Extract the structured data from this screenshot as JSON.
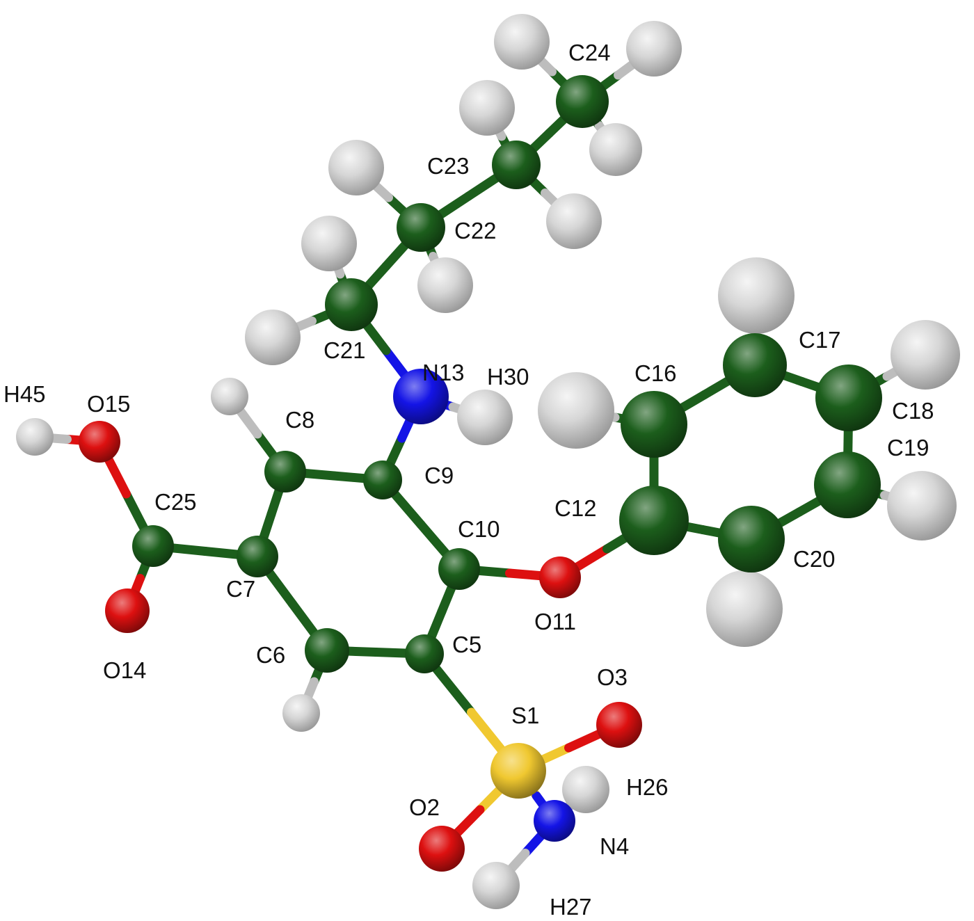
{
  "diagram": {
    "type": "ball-and-stick molecular structure",
    "colors": {
      "C": "#1c5e1c",
      "H": "#d6d6d6",
      "N": "#1414e6",
      "O": "#dd1010",
      "S": "#f0c830",
      "bond_C": "#1c5e1c"
    },
    "atoms": [
      {
        "id": "S1",
        "element": "S",
        "label": "S1"
      },
      {
        "id": "O2",
        "element": "O",
        "label": "O2"
      },
      {
        "id": "O3",
        "element": "O",
        "label": "O3"
      },
      {
        "id": "N4",
        "element": "N",
        "label": "N4"
      },
      {
        "id": "C5",
        "element": "C",
        "label": "C5"
      },
      {
        "id": "C6",
        "element": "C",
        "label": "C6"
      },
      {
        "id": "C7",
        "element": "C",
        "label": "C7"
      },
      {
        "id": "C8",
        "element": "C",
        "label": "C8"
      },
      {
        "id": "C9",
        "element": "C",
        "label": "C9"
      },
      {
        "id": "C10",
        "element": "C",
        "label": "C10"
      },
      {
        "id": "O11",
        "element": "O",
        "label": "O11"
      },
      {
        "id": "C12",
        "element": "C",
        "label": "C12"
      },
      {
        "id": "N13",
        "element": "N",
        "label": "N13"
      },
      {
        "id": "O14",
        "element": "O",
        "label": "O14"
      },
      {
        "id": "O15",
        "element": "O",
        "label": "O15"
      },
      {
        "id": "C16",
        "element": "C",
        "label": "C16"
      },
      {
        "id": "C17",
        "element": "C",
        "label": "C17"
      },
      {
        "id": "C18",
        "element": "C",
        "label": "C18"
      },
      {
        "id": "C19",
        "element": "C",
        "label": "C19"
      },
      {
        "id": "C20",
        "element": "C",
        "label": "C20"
      },
      {
        "id": "C21",
        "element": "C",
        "label": "C21"
      },
      {
        "id": "C22",
        "element": "C",
        "label": "C22"
      },
      {
        "id": "C23",
        "element": "C",
        "label": "C23"
      },
      {
        "id": "C24",
        "element": "C",
        "label": "C24"
      },
      {
        "id": "C25",
        "element": "C",
        "label": "C25"
      },
      {
        "id": "H26",
        "element": "H",
        "label": "H26"
      },
      {
        "id": "H27",
        "element": "H",
        "label": "H27"
      },
      {
        "id": "H30",
        "element": "H",
        "label": "H30"
      },
      {
        "id": "H45",
        "element": "H",
        "label": "H45"
      },
      {
        "id": "H_C8",
        "element": "H",
        "label": ""
      },
      {
        "id": "H_C6",
        "element": "H",
        "label": ""
      },
      {
        "id": "H_C16",
        "element": "H",
        "label": ""
      },
      {
        "id": "H_C17",
        "element": "H",
        "label": ""
      },
      {
        "id": "H_C18",
        "element": "H",
        "label": ""
      },
      {
        "id": "H_C19",
        "element": "H",
        "label": ""
      },
      {
        "id": "H_C20",
        "element": "H",
        "label": ""
      },
      {
        "id": "H_C21a",
        "element": "H",
        "label": ""
      },
      {
        "id": "H_C21b",
        "element": "H",
        "label": ""
      },
      {
        "id": "H_C22a",
        "element": "H",
        "label": ""
      },
      {
        "id": "H_C22b",
        "element": "H",
        "label": ""
      },
      {
        "id": "H_C23a",
        "element": "H",
        "label": ""
      },
      {
        "id": "H_C23b",
        "element": "H",
        "label": ""
      },
      {
        "id": "H_C24a",
        "element": "H",
        "label": ""
      },
      {
        "id": "H_C24b",
        "element": "H",
        "label": ""
      },
      {
        "id": "H_C24c",
        "element": "H",
        "label": ""
      }
    ],
    "bonds": [
      [
        "C5",
        "C6"
      ],
      [
        "C6",
        "C7"
      ],
      [
        "C7",
        "C8"
      ],
      [
        "C8",
        "C9"
      ],
      [
        "C9",
        "C10"
      ],
      [
        "C10",
        "C5"
      ],
      [
        "C9",
        "N13"
      ],
      [
        "N13",
        "C21"
      ],
      [
        "N13",
        "H30"
      ],
      [
        "C21",
        "C22"
      ],
      [
        "C22",
        "C23"
      ],
      [
        "C23",
        "C24"
      ],
      [
        "C7",
        "C25"
      ],
      [
        "C25",
        "O14"
      ],
      [
        "C25",
        "O15"
      ],
      [
        "O15",
        "H45"
      ],
      [
        "C10",
        "O11"
      ],
      [
        "O11",
        "C12"
      ],
      [
        "C12",
        "C16"
      ],
      [
        "C16",
        "C17"
      ],
      [
        "C17",
        "C18"
      ],
      [
        "C18",
        "C19"
      ],
      [
        "C19",
        "C20"
      ],
      [
        "C20",
        "C12"
      ],
      [
        "C5",
        "S1"
      ],
      [
        "S1",
        "O2"
      ],
      [
        "S1",
        "O3"
      ],
      [
        "S1",
        "N4"
      ],
      [
        "N4",
        "H26"
      ],
      [
        "N4",
        "H27"
      ],
      [
        "C8",
        "H_C8"
      ],
      [
        "C6",
        "H_C6"
      ],
      [
        "C16",
        "H_C16"
      ],
      [
        "C17",
        "H_C17"
      ],
      [
        "C18",
        "H_C18"
      ],
      [
        "C19",
        "H_C19"
      ],
      [
        "C20",
        "H_C20"
      ],
      [
        "C21",
        "H_C21a"
      ],
      [
        "C21",
        "H_C21b"
      ],
      [
        "C22",
        "H_C22a"
      ],
      [
        "C22",
        "H_C22b"
      ],
      [
        "C23",
        "H_C23a"
      ],
      [
        "C23",
        "H_C23b"
      ],
      [
        "C24",
        "H_C24a"
      ],
      [
        "C24",
        "H_C24b"
      ],
      [
        "C24",
        "H_C24c"
      ]
    ]
  }
}
